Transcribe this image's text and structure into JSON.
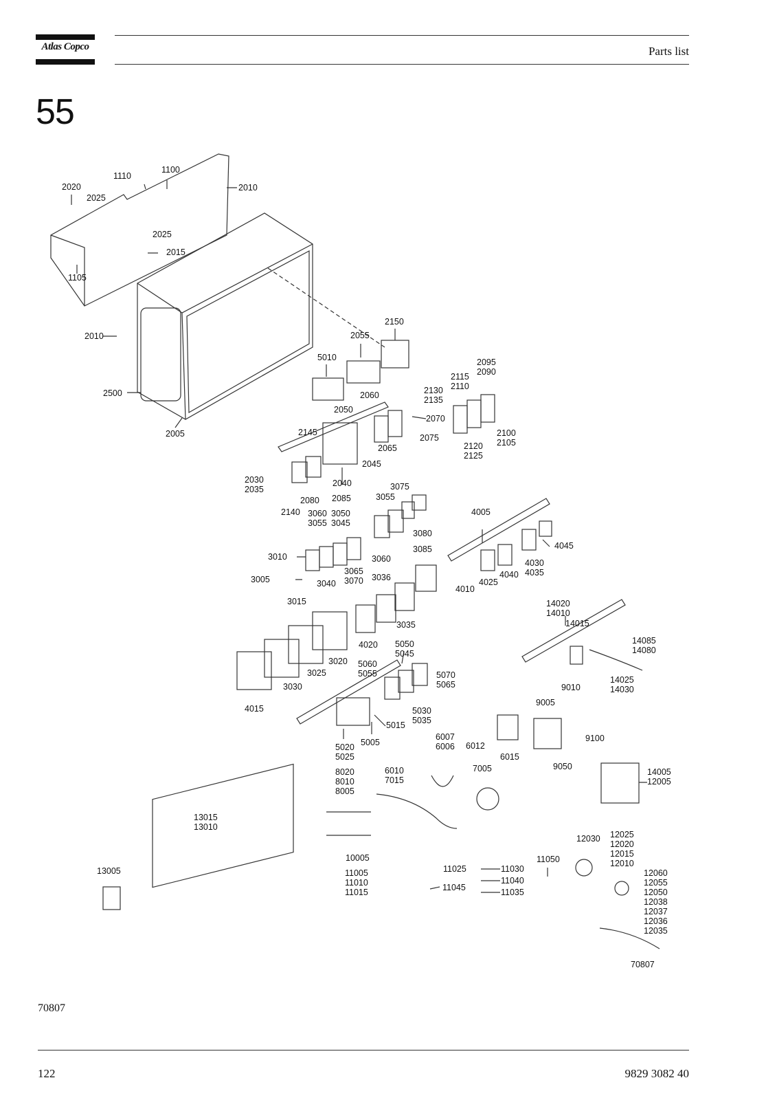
{
  "header": {
    "brand": "Atlas Copco",
    "title": "Parts list"
  },
  "section_number": "55",
  "drawing_code": "70807",
  "footer": {
    "page_number": "122",
    "document_number": "9829 3082 40"
  },
  "part_labels": [
    {
      "id": "l1100",
      "lines": [
        "1100"
      ]
    },
    {
      "id": "l1110",
      "lines": [
        "1110"
      ]
    },
    {
      "id": "l2020",
      "lines": [
        "2020"
      ]
    },
    {
      "id": "l2025a",
      "lines": [
        "2025"
      ]
    },
    {
      "id": "l2010a",
      "lines": [
        "2010"
      ]
    },
    {
      "id": "l2025b",
      "lines": [
        "2025"
      ]
    },
    {
      "id": "l2015",
      "lines": [
        "2015"
      ]
    },
    {
      "id": "l1105",
      "lines": [
        "1105"
      ]
    },
    {
      "id": "l2010b",
      "lines": [
        "2010"
      ]
    },
    {
      "id": "l2500",
      "lines": [
        "2500"
      ]
    },
    {
      "id": "l2005",
      "lines": [
        "2005"
      ]
    },
    {
      "id": "l2150",
      "lines": [
        "2150"
      ]
    },
    {
      "id": "l2055",
      "lines": [
        "2055"
      ]
    },
    {
      "id": "l5010",
      "lines": [
        "5010"
      ]
    },
    {
      "id": "l2095",
      "lines": [
        "2095",
        "2090"
      ]
    },
    {
      "id": "l2115",
      "lines": [
        "2115",
        "2110"
      ]
    },
    {
      "id": "l2130",
      "lines": [
        "2130",
        "2135"
      ]
    },
    {
      "id": "l2060",
      "lines": [
        "2060"
      ]
    },
    {
      "id": "l2050",
      "lines": [
        "2050"
      ]
    },
    {
      "id": "l2070",
      "lines": [
        "2070"
      ]
    },
    {
      "id": "l2145",
      "lines": [
        "2145"
      ]
    },
    {
      "id": "l2075",
      "lines": [
        "2075"
      ]
    },
    {
      "id": "l2100",
      "lines": [
        "2100",
        "2105"
      ]
    },
    {
      "id": "l2120",
      "lines": [
        "2120",
        "2125"
      ]
    },
    {
      "id": "l2065",
      "lines": [
        "2065"
      ]
    },
    {
      "id": "l2045",
      "lines": [
        "2045"
      ]
    },
    {
      "id": "l2040",
      "lines": [
        "2040"
      ]
    },
    {
      "id": "l2030",
      "lines": [
        "2030",
        "2035"
      ]
    },
    {
      "id": "l2080",
      "lines": [
        "2080"
      ]
    },
    {
      "id": "l2085",
      "lines": [
        "2085"
      ]
    },
    {
      "id": "l2140",
      "lines": [
        "2140"
      ]
    },
    {
      "id": "l3075",
      "lines": [
        "3075"
      ]
    },
    {
      "id": "l3055a",
      "lines": [
        "3055"
      ]
    },
    {
      "id": "l3060a",
      "lines": [
        "3060",
        "3055"
      ]
    },
    {
      "id": "l3050",
      "lines": [
        "3050",
        "3045"
      ]
    },
    {
      "id": "l3080",
      "lines": [
        "3080"
      ]
    },
    {
      "id": "l4005",
      "lines": [
        "4005"
      ]
    },
    {
      "id": "l3010",
      "lines": [
        "3010"
      ]
    },
    {
      "id": "l3060b",
      "lines": [
        "3060"
      ]
    },
    {
      "id": "l3085",
      "lines": [
        "3085"
      ]
    },
    {
      "id": "l4045",
      "lines": [
        "4045"
      ]
    },
    {
      "id": "l3065",
      "lines": [
        "3065",
        "3070"
      ]
    },
    {
      "id": "l3005",
      "lines": [
        "3005"
      ]
    },
    {
      "id": "l3040",
      "lines": [
        "3040"
      ]
    },
    {
      "id": "l3036",
      "lines": [
        "3036"
      ]
    },
    {
      "id": "l4040",
      "lines": [
        "4040"
      ]
    },
    {
      "id": "l4030",
      "lines": [
        "4030",
        "4035"
      ]
    },
    {
      "id": "l4025",
      "lines": [
        "4025"
      ]
    },
    {
      "id": "l4010",
      "lines": [
        "4010"
      ]
    },
    {
      "id": "l3015",
      "lines": [
        "3015"
      ]
    },
    {
      "id": "l14020",
      "lines": [
        "14020",
        "14010"
      ]
    },
    {
      "id": "l14015",
      "lines": [
        "14015"
      ]
    },
    {
      "id": "l3035",
      "lines": [
        "3035"
      ]
    },
    {
      "id": "l4020",
      "lines": [
        "4020"
      ]
    },
    {
      "id": "l14085",
      "lines": [
        "14085",
        "14080"
      ]
    },
    {
      "id": "l5050",
      "lines": [
        "5050",
        "5045"
      ]
    },
    {
      "id": "l3020",
      "lines": [
        "3020"
      ]
    },
    {
      "id": "l5060",
      "lines": [
        "5060",
        "5055"
      ]
    },
    {
      "id": "l5070",
      "lines": [
        "5070",
        "5065"
      ]
    },
    {
      "id": "l3025",
      "lines": [
        "3025"
      ]
    },
    {
      "id": "l3030",
      "lines": [
        "3030"
      ]
    },
    {
      "id": "l14025",
      "lines": [
        "14025",
        "14030"
      ]
    },
    {
      "id": "l9010",
      "lines": [
        "9010"
      ]
    },
    {
      "id": "l4015",
      "lines": [
        "4015"
      ]
    },
    {
      "id": "l9005",
      "lines": [
        "9005"
      ]
    },
    {
      "id": "l5030",
      "lines": [
        "5030",
        "5035"
      ]
    },
    {
      "id": "l5015",
      "lines": [
        "5015"
      ]
    },
    {
      "id": "l5005",
      "lines": [
        "5005"
      ]
    },
    {
      "id": "l5020",
      "lines": [
        "5020",
        "5025"
      ]
    },
    {
      "id": "l6007",
      "lines": [
        "6007",
        "6006"
      ]
    },
    {
      "id": "l6012",
      "lines": [
        "6012"
      ]
    },
    {
      "id": "l6015",
      "lines": [
        "6015"
      ]
    },
    {
      "id": "l9100",
      "lines": [
        "9100"
      ]
    },
    {
      "id": "l6010",
      "lines": [
        "6010",
        "7015"
      ]
    },
    {
      "id": "l7005",
      "lines": [
        "7005"
      ]
    },
    {
      "id": "l9050",
      "lines": [
        "9050"
      ]
    },
    {
      "id": "l14005",
      "lines": [
        "14005",
        "12005"
      ]
    },
    {
      "id": "l8020",
      "lines": [
        "8020",
        "8010",
        "8005"
      ]
    },
    {
      "id": "l13015",
      "lines": [
        "13015",
        "13010"
      ]
    },
    {
      "id": "l12030",
      "lines": [
        "12030"
      ]
    },
    {
      "id": "l12025",
      "lines": [
        "12025",
        "12020",
        "12015",
        "12010"
      ]
    },
    {
      "id": "l10005",
      "lines": [
        "10005"
      ]
    },
    {
      "id": "l11050",
      "lines": [
        "11050"
      ]
    },
    {
      "id": "l13005",
      "lines": [
        "13005"
      ]
    },
    {
      "id": "l11025",
      "lines": [
        "11025"
      ]
    },
    {
      "id": "l11030",
      "lines": [
        "11030"
      ]
    },
    {
      "id": "l11005",
      "lines": [
        "11005",
        "11010",
        "11015"
      ]
    },
    {
      "id": "l11040",
      "lines": [
        "11040"
      ]
    },
    {
      "id": "l11045",
      "lines": [
        "11045"
      ]
    },
    {
      "id": "l11035",
      "lines": [
        "11035"
      ]
    },
    {
      "id": "l12060",
      "lines": [
        "12060",
        "12055",
        "12050",
        "12038",
        "12037",
        "12036",
        "12035"
      ]
    },
    {
      "id": "l70807",
      "lines": [
        "70807"
      ]
    }
  ]
}
